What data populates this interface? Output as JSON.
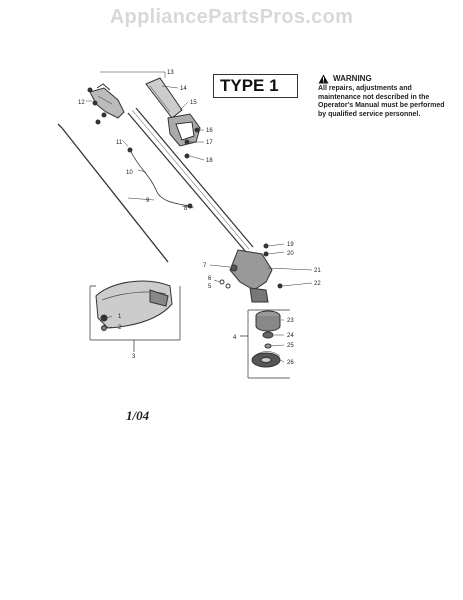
{
  "watermark": "AppliancePartsPros.com",
  "diagram_title": "TYPE 1",
  "warning": {
    "title": "WARNING",
    "text": "All repairs, adjustments and maintenance not described in the Operator's Manual must be performed by qualified service personnel."
  },
  "date_code": "1/04",
  "callouts": [
    "1",
    "2",
    "3",
    "4",
    "5",
    "6",
    "7",
    "8",
    "9",
    "10",
    "11",
    "12",
    "13",
    "14",
    "15",
    "16",
    "17",
    "18",
    "19",
    "20",
    "21",
    "22",
    "23",
    "24",
    "25",
    "26"
  ],
  "icons": [
    "warning-triangle-icon"
  ]
}
